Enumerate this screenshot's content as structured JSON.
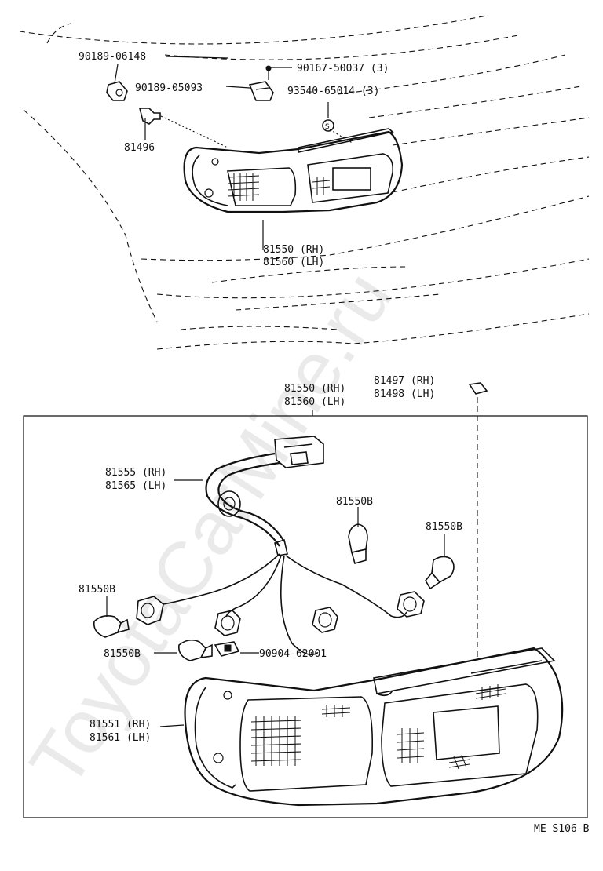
{
  "watermark": "ToyotaCarMine.ru",
  "diagram_code": "ME S106-B",
  "callouts": {
    "clip_top": "90189-06148",
    "screw": "90167-50037 (3)",
    "nut_clip": "90189-05093",
    "washer": "93540-65014 (3)",
    "pin": "81496",
    "lamp_assy_rh_top": "81550 (RH)",
    "lamp_assy_lh_top": "81560 (LH)",
    "lamp_assy_rh_box": "81550 (RH)",
    "lamp_assy_lh_box": "81560 (LH)",
    "clip_rh": "81497 (RH)",
    "clip_lh": "81498 (LH)",
    "socket_rh": "81555 (RH)",
    "socket_lh": "81565 (LH)",
    "bulb_1": "81550B",
    "bulb_2": "81550B",
    "bulb_3": "81550B",
    "bulb_4": "81550B",
    "wedge_bulb": "90904-62001",
    "lens_rh": "81551 (RH)",
    "lens_lh": "81561 (LH)"
  }
}
